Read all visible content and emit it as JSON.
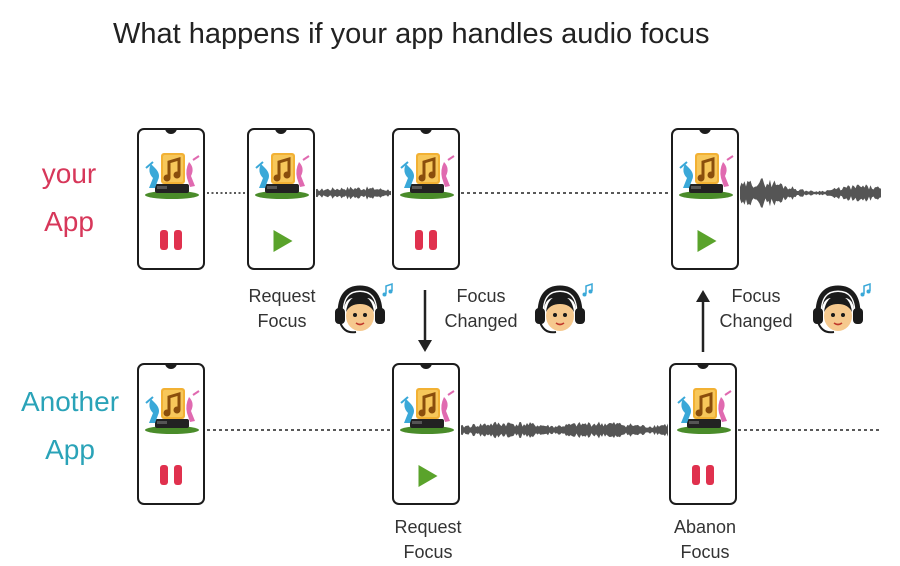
{
  "title": "What happens if your app handles audio focus",
  "rows": {
    "your_app": {
      "line1": "your",
      "line2": "App",
      "color": "#d7375a"
    },
    "another_app": {
      "line1": "Another",
      "line2": "App",
      "color": "#2aa3b8"
    }
  },
  "captions": {
    "request_focus_top": {
      "line1": "Request",
      "line2": "Focus"
    },
    "focus_changed_1": {
      "line1": "Focus",
      "line2": "Changed"
    },
    "focus_changed_2": {
      "line1": "Focus",
      "line2": "Changed"
    },
    "request_focus_bottom": {
      "line1": "Request",
      "line2": "Focus"
    },
    "abandon_focus": {
      "line1": "Abanon",
      "line2": "Focus"
    }
  },
  "phones": {
    "top": [
      "paused",
      "playing",
      "paused",
      "playing"
    ],
    "bottom": [
      "paused",
      "playing",
      "paused"
    ]
  },
  "arrows": {
    "down": "focus passes to another app",
    "up": "focus returns to your app"
  },
  "colors": {
    "pause": "#e0314e",
    "play": "#5aa32b",
    "waveform": "#555555"
  },
  "icons": [
    "music-app-icon",
    "pause-icon",
    "play-icon",
    "headphones-person-icon",
    "music-note-icon",
    "arrow-down-icon",
    "arrow-up-icon"
  ]
}
